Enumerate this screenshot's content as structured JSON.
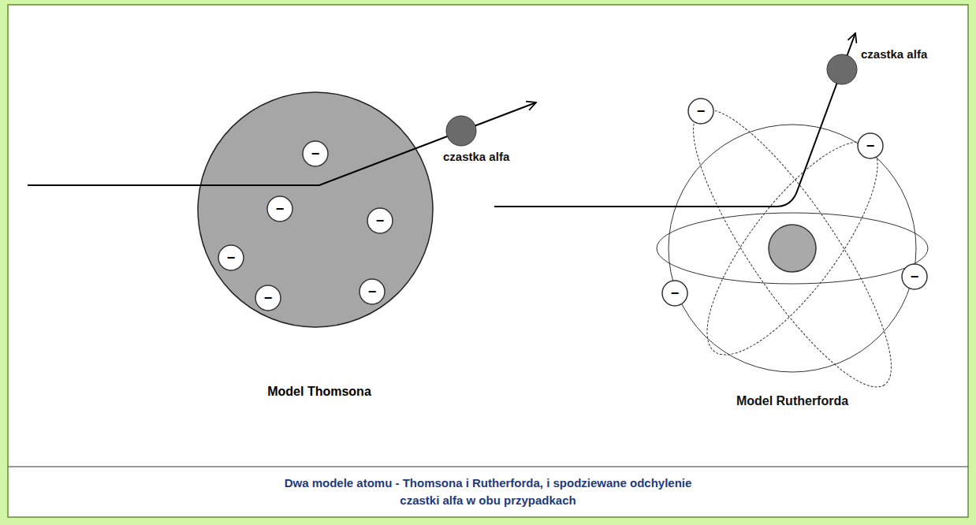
{
  "diagram": {
    "caption": "Dwa modele atomu - Thomsona i Rutherforda, i spodziewane odchylenie czastki alfa w obu przypadkach",
    "nodes": [
      {
        "text": [
          "Model Thomsona"
        ]
      },
      {
        "text": [
          "−"
        ],
        "in": 0
      },
      {
        "text": [
          "−"
        ],
        "in": 0
      },
      {
        "text": [
          "−"
        ],
        "in": 0
      },
      {
        "text": [
          "−"
        ],
        "in": 0
      },
      {
        "text": [
          "−"
        ],
        "in": 0
      },
      {
        "text": [
          "−"
        ],
        "in": 0
      },
      {
        "text": [
          "−"
        ]
      },
      {
        "text": [
          "−"
        ]
      },
      {
        "text": [
          "−"
        ]
      },
      {
        "text": [
          "−"
        ]
      }
    ],
    "labels": [
      "czastka alfa",
      "czastka alfa",
      "Model Rutherforda"
    ]
  }
}
